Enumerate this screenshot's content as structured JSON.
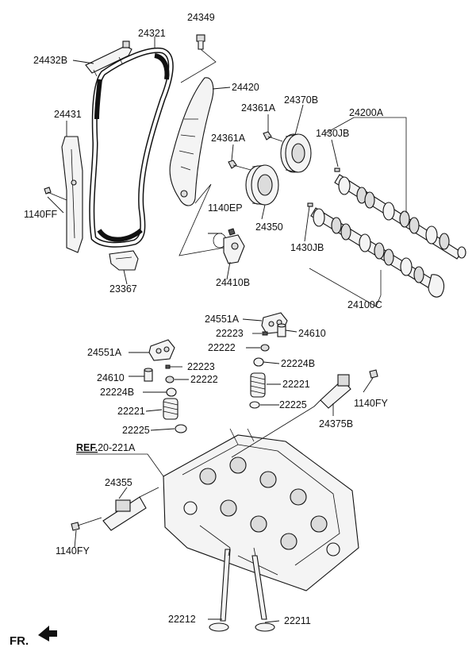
{
  "labels": {
    "l24349": "24349",
    "l24321": "24321",
    "l24432B": "24432B",
    "l24420": "24420",
    "l24431": "24431",
    "l24361A_1": "24361A",
    "l24370B": "24370B",
    "l24200A": "24200A",
    "l1430JB_1": "1430JB",
    "l24361A_2": "24361A",
    "l1140FF": "1140FF",
    "l1140EP": "1140EP",
    "l24350": "24350",
    "l1430JB_2": "1430JB",
    "l24410B": "24410B",
    "l23367": "23367",
    "l24100C": "24100C",
    "l24551A_1": "24551A",
    "l22223_1": "22223",
    "l24610_1": "24610",
    "l22222_1": "22222",
    "l24551A_2": "24551A",
    "l22224B_1": "22224B",
    "l22223_2": "22223",
    "l24610_2": "24610",
    "l22222_2": "22222",
    "l22221_1": "22221",
    "l22224B_2": "22224B",
    "l1140FY_1": "1140FY",
    "l22225_1": "22225",
    "l22221_2": "22221",
    "l24375B": "24375B",
    "l22225_2": "22225",
    "l24355": "24355",
    "l1140FY_2": "1140FY",
    "l22212": "22212",
    "l22211": "22211"
  },
  "reference": {
    "prefix": "REF.",
    "code": "20-221A"
  },
  "direction": {
    "text": "FR."
  }
}
